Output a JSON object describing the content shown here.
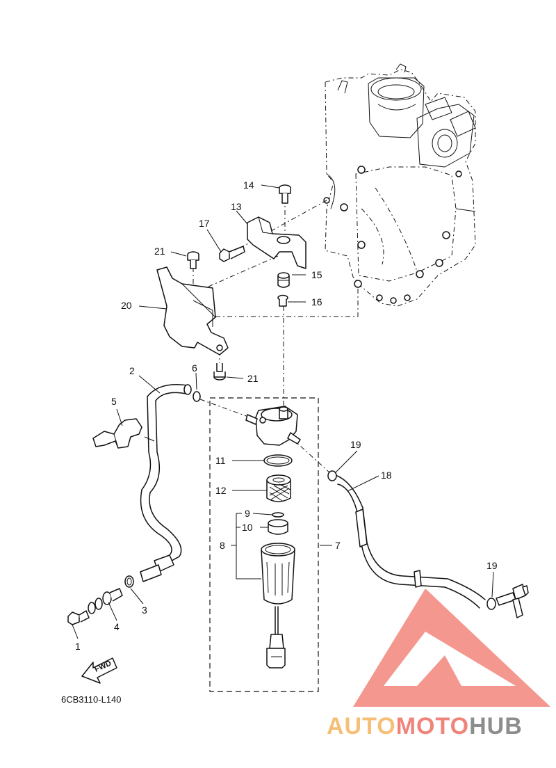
{
  "diagram": {
    "reference_code": "6CB3110-L140",
    "fwd_label": "FWD",
    "callouts": {
      "c1": "1",
      "c2": "2",
      "c3": "3",
      "c4": "4",
      "c5": "5",
      "c6": "6",
      "c7": "7",
      "c8": "8",
      "c9": "9",
      "c10": "10",
      "c11": "11",
      "c12": "12",
      "c13": "13",
      "c14": "14",
      "c15": "15",
      "c16": "16",
      "c17": "17",
      "c18": "18",
      "c19a": "19",
      "c19b": "19",
      "c20": "20",
      "c21a": "21",
      "c21b": "21"
    }
  },
  "watermark": {
    "part1": "AUTO",
    "part2": "MOTO",
    "part3": "HUB",
    "colors": {
      "orange": "#f5b560",
      "red": "#ee6f64",
      "gray": "#7a7a7a"
    }
  }
}
